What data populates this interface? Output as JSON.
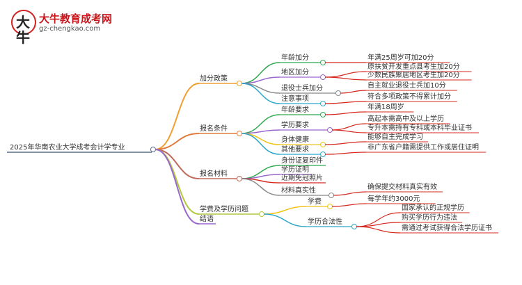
{
  "logo": {
    "glyph": "大牛",
    "name": "大牛教育成考网",
    "url": "gz-chengkao.com"
  },
  "root": {
    "label": "2025年华南农业大学成考会计学专业"
  },
  "branches": [
    {
      "label": "加分政策",
      "children": [
        {
          "label": "年龄加分",
          "leaves": [
            "年满25周岁可加20分"
          ]
        },
        {
          "label": "地区加分",
          "leaves": [
            "原扶贫开发重点县考生加20分",
            "少数民族聚居地区考生加20分"
          ]
        },
        {
          "label": "退役士兵加分",
          "leaves": [
            "自主就业退役士兵加10分"
          ]
        },
        {
          "label": "注意事项",
          "leaves": [
            "符合多项政策不得累计加分"
          ]
        }
      ]
    },
    {
      "label": "报名条件",
      "children": [
        {
          "label": "年龄要求",
          "leaves": [
            "年满18周岁"
          ]
        },
        {
          "label": "学历要求",
          "leaves": [
            "高起本需高中及以上学历",
            "专升本需持有专科或本科毕业证书"
          ]
        },
        {
          "label": "身体健康",
          "leaves": [
            "能够自主完成学习"
          ]
        },
        {
          "label": "其他要求",
          "leaves": [
            "非广东省户籍需提供工作或居住证明"
          ]
        }
      ]
    },
    {
      "label": "报名材料",
      "children": [
        {
          "label": "身份证复印件",
          "leaves": []
        },
        {
          "label": "学历证明",
          "leaves": []
        },
        {
          "label": "近期免冠照片",
          "leaves": []
        },
        {
          "label": "材料真实性",
          "leaves": [
            "确保提交材料真实有效"
          ]
        }
      ]
    },
    {
      "label": "学费及学历问题",
      "children": [
        {
          "label": "学费",
          "leaves": [
            "每学年约3000元"
          ]
        },
        {
          "label": "学历合法性",
          "leaves": [
            "国家承认的正规学历",
            "购买学历行为违法",
            "需通过考试获得合法学历证书"
          ]
        }
      ]
    },
    {
      "label": "结语",
      "children": []
    }
  ],
  "colors": {
    "root": "#5b6f8a",
    "branch_policy": "#f0a030",
    "branch_conditions": "#e07d3c",
    "branch_materials": "#c06a5a",
    "branch_fee": "#b1c93a",
    "branch_end": "#9966cc",
    "sub": [
      "#2fa84f",
      "#9966cc",
      "#888888",
      "#2aa7c9",
      "#d6281e",
      "#f0c419"
    ]
  }
}
